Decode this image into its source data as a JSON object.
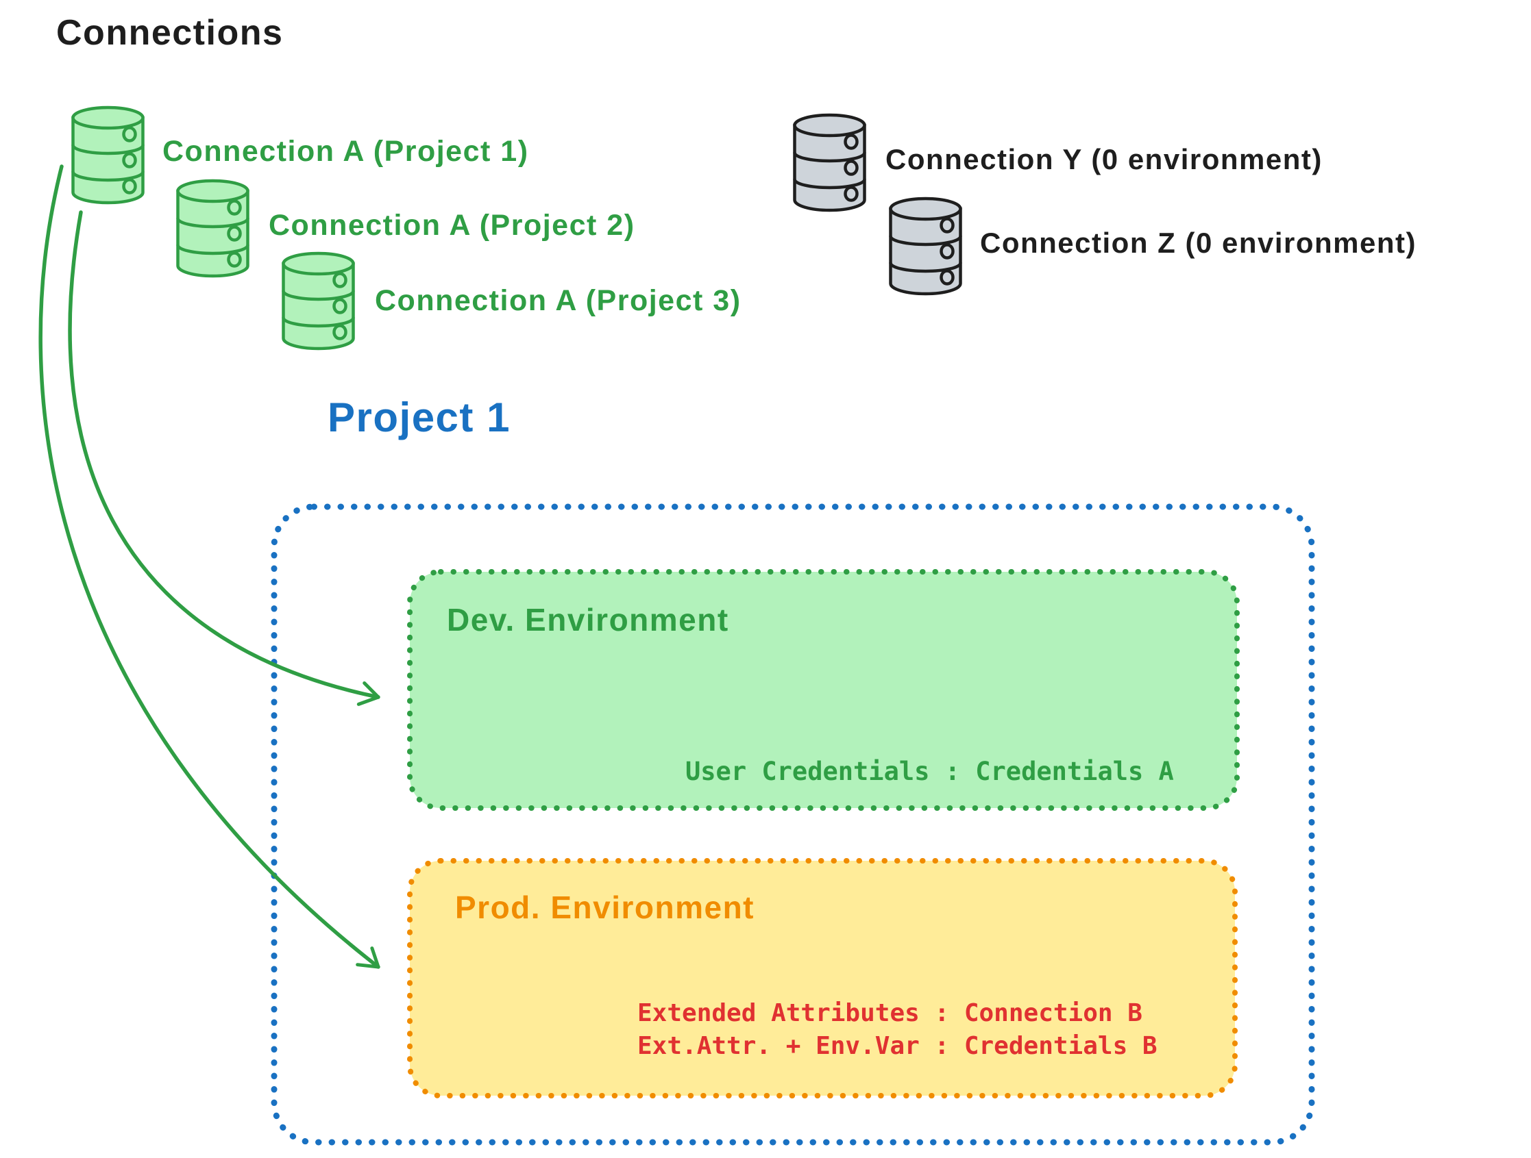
{
  "title": "Connections",
  "colors": {
    "ink": "#1e1e1e",
    "green": "#2f9e44",
    "green-fill": "#b2f2bb",
    "blue": "#1971c2",
    "orange": "#f08c00",
    "orange-fill": "#ffec99",
    "red": "#e03131",
    "gray-fill": "#ced4da",
    "gray-stroke": "#1e1e1e",
    "bg": "#ffffff"
  },
  "connections": {
    "project_scoped": [
      {
        "label": "Connection A (Project 1)",
        "icon": "database-icon",
        "color": "#2f9e44"
      },
      {
        "label": "Connection A (Project 2)",
        "icon": "database-icon",
        "color": "#2f9e44"
      },
      {
        "label": "Connection A (Project 3)",
        "icon": "database-icon",
        "color": "#2f9e44"
      }
    ],
    "unassigned": [
      {
        "label": "Connection Y (0 environment)",
        "icon": "database-icon",
        "color": "#1e1e1e"
      },
      {
        "label": "Connection Z (0 environment)",
        "icon": "database-icon",
        "color": "#1e1e1e"
      }
    ]
  },
  "project": {
    "title": "Project 1",
    "environments": [
      {
        "name": "Dev. Environment",
        "accent": "#2f9e44",
        "fill": "#b2f2bb",
        "credentials": [
          "User Credentials : Credentials A"
        ]
      },
      {
        "name": "Prod. Environment",
        "accent": "#f08c00",
        "fill": "#ffec99",
        "credentials": [
          "Extended Attributes : Connection B",
          "Ext.Attr. + Env.Var : Credentials B"
        ]
      }
    ]
  },
  "arrows": [
    {
      "name": "connection-a-to-dev-environment",
      "color": "#2f9e44"
    },
    {
      "name": "connection-a-to-prod-environment",
      "color": "#2f9e44"
    }
  ]
}
